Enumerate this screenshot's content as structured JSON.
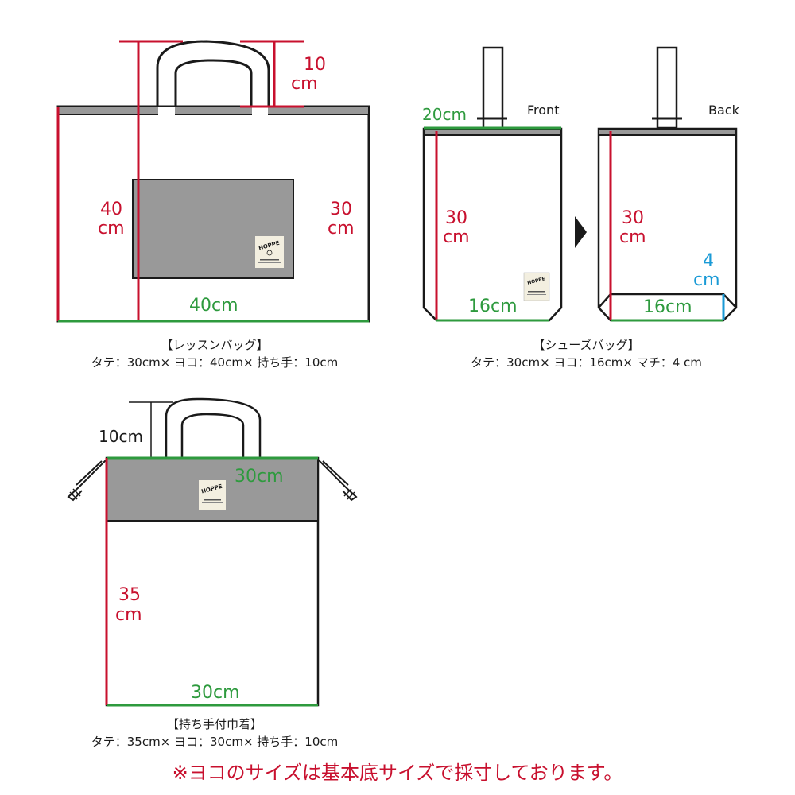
{
  "colors": {
    "height_line": "#c8102e",
    "width_line": "#2e9a3e",
    "gusset_line": "#1a9ad6",
    "bag_band": "#999999",
    "outline": "#1a1a1a"
  },
  "lesson_bag": {
    "title": "【レッスンバッグ】",
    "spec": "タテ：30cm× ヨコ：40cm× 持ち手：10cm",
    "labels": {
      "handle_value": "10",
      "handle_unit": "cm",
      "total_height_value": "40",
      "total_height_unit": "cm",
      "body_height_value": "30",
      "body_height_unit": "cm",
      "width": "40cm"
    },
    "tag_text": "HOPPE"
  },
  "shoes_bag": {
    "title": "【シューズバッグ】",
    "spec": "タテ：30cm× ヨコ：16cm× マチ：4 cm",
    "front": {
      "caption": "Front",
      "top_width": "20cm",
      "height_value": "30",
      "height_unit": "cm",
      "bottom_width": "16cm"
    },
    "back": {
      "caption": "Back",
      "height_value": "30",
      "height_unit": "cm",
      "gusset_value": "4",
      "gusset_unit": "cm",
      "bottom_width": "16cm"
    },
    "tag_text": "HOPPE"
  },
  "drawstring_bag": {
    "title": "【持ち手付巾着】",
    "spec": "タテ：35cm× ヨコ：30cm× 持ち手：10cm",
    "labels": {
      "handle": "10cm",
      "top_width": "30cm",
      "height_value": "35",
      "height_unit": "cm",
      "bottom_width": "30cm"
    },
    "tag_text": "HOPPE"
  },
  "footnote": "※ヨコのサイズは基本底サイズで採寸しております。"
}
